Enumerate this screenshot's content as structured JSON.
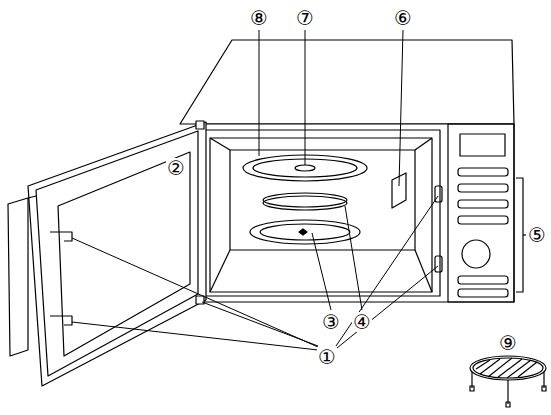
{
  "diagram": {
    "labels": [
      "⑧",
      "⑦",
      "⑥",
      "②",
      "⑤",
      "③",
      "④",
      "①",
      "⑨"
    ]
  }
}
